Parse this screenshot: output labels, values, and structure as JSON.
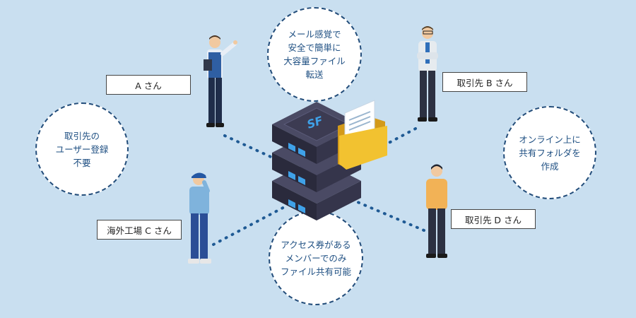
{
  "colors": {
    "background": "#c9dff0",
    "bubble_border": "#234d7a",
    "bubble_text": "#1e4f82",
    "server_dark": "#3c3b52",
    "folder_yellow": "#f2c230",
    "connector": "#1f5a94"
  },
  "server": {
    "logo": "SF"
  },
  "bubbles": {
    "mail": "メール感覚で\n安全で簡単に\n大容量ファイル\n転送",
    "registration": "取引先の\nユーザー登録\n不要",
    "online_folder": "オンライン上に\n共有フォルダを\n作成",
    "access": "アクセス券がある\nメンバーでのみ\nファイル共有可能"
  },
  "labels": {
    "a": "A さん",
    "b": "取引先 B さん",
    "c": "海外工場 C さん",
    "d": "取引先 D さん"
  }
}
